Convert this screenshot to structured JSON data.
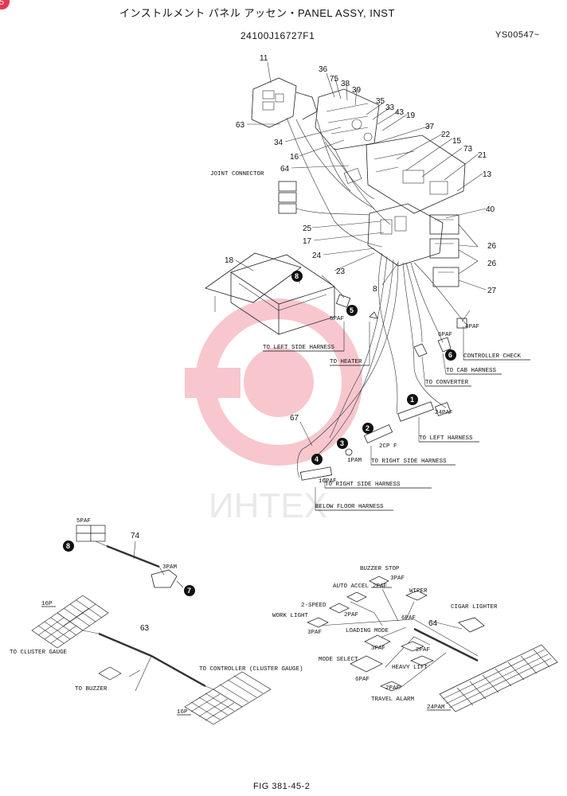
{
  "header": {
    "title": "インストルメント パネル アッセン・PANEL ASSY, INST",
    "part_number": "24100J16727F1",
    "serial": "YS00547~",
    "corner_mark": "5"
  },
  "footer": {
    "figure": "FIG 381-45-2"
  },
  "watermark": {
    "text": "ИНТЕХ"
  },
  "callouts": [
    {
      "text": "11"
    },
    {
      "text": "36"
    },
    {
      "text": "75"
    },
    {
      "text": "38"
    },
    {
      "text": "39"
    },
    {
      "text": "35"
    },
    {
      "text": "33"
    },
    {
      "text": "43"
    },
    {
      "text": "19"
    },
    {
      "text": "63"
    },
    {
      "text": "37"
    },
    {
      "text": "22"
    },
    {
      "text": "15"
    },
    {
      "text": "73"
    },
    {
      "text": "34"
    },
    {
      "text": "16"
    },
    {
      "text": "21"
    },
    {
      "text": "64"
    },
    {
      "text": "13"
    },
    {
      "text": "40"
    },
    {
      "text": "25"
    },
    {
      "text": "17"
    },
    {
      "text": "26"
    },
    {
      "text": "24"
    },
    {
      "text": "26"
    },
    {
      "text": "18"
    },
    {
      "text": "23"
    },
    {
      "text": "8"
    },
    {
      "text": "27"
    },
    {
      "text": "67"
    },
    {
      "text": "74"
    },
    {
      "text": "63"
    },
    {
      "text": "64"
    }
  ],
  "circled": [
    {
      "text": "8"
    },
    {
      "text": "5"
    },
    {
      "text": "6"
    },
    {
      "text": "1"
    },
    {
      "text": "2"
    },
    {
      "text": "3"
    },
    {
      "text": "4"
    },
    {
      "text": "8"
    },
    {
      "text": "7"
    }
  ],
  "labels": [
    {
      "text": "JOINT CONNECTOR"
    },
    {
      "text": "TO LEFT SIDE HARNESS"
    },
    {
      "text": "5PAF"
    },
    {
      "text": "TO HEATER"
    },
    {
      "text": "4PAF"
    },
    {
      "text": "6PAF"
    },
    {
      "text": "CONTROLLER CHECK"
    },
    {
      "text": "TO CAB HARNESS"
    },
    {
      "text": "TO CONVERTER"
    },
    {
      "text": "24PAF"
    },
    {
      "text": "TO LEFT HARNESS"
    },
    {
      "text": "2CP F"
    },
    {
      "text": "1PAM"
    },
    {
      "text": "TO RIGHT SIDE HARNESS"
    },
    {
      "text": "16PAF"
    },
    {
      "text": "TO RIGHT SIDE HARNESS"
    },
    {
      "text": "BELOW FLOOR HARNESS"
    },
    {
      "text": "5PAF"
    },
    {
      "text": "3PAM"
    },
    {
      "text": "16P"
    },
    {
      "text": "TO CLUSTER GAUGE"
    },
    {
      "text": "TO BUZZER"
    },
    {
      "text": "TO CONTROLLER (CLUSTER GAUGE)"
    },
    {
      "text": "16P"
    },
    {
      "text": "BUZZER STOP"
    },
    {
      "text": "3PAF"
    },
    {
      "text": "AUTO ACCEL"
    },
    {
      "text": "2PAF"
    },
    {
      "text": "WIPER"
    },
    {
      "text": "2-SPEED"
    },
    {
      "text": "CIGAR LIGHTER"
    },
    {
      "text": "WORK LIGHT"
    },
    {
      "text": "2PAF"
    },
    {
      "text": "6PAF"
    },
    {
      "text": "3PAF"
    },
    {
      "text": "LOADING MODE"
    },
    {
      "text": "3PAF"
    },
    {
      "text": "2PAF"
    },
    {
      "text": "MODE SELECT"
    },
    {
      "text": "HEAVY LIFT"
    },
    {
      "text": "6PAF"
    },
    {
      "text": "2PAF"
    },
    {
      "text": "TRAVEL ALARM"
    },
    {
      "text": "24PAM"
    }
  ]
}
